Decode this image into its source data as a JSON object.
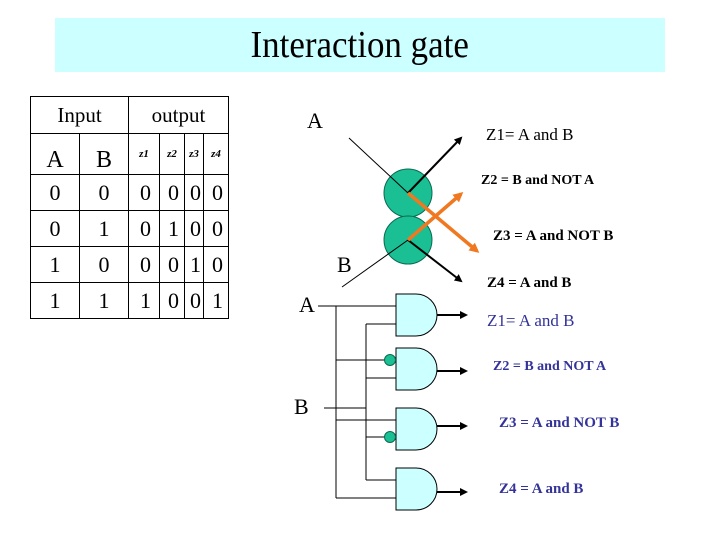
{
  "title": "Interaction gate",
  "truth_table": {
    "group_headers": [
      "Input",
      "output"
    ],
    "input_columns": [
      "A",
      "B"
    ],
    "output_columns": [
      "z1",
      "z2",
      "z3",
      "z4"
    ],
    "rows": [
      {
        "A": "0",
        "B": "0",
        "z": [
          "0",
          "0",
          "0",
          "0"
        ]
      },
      {
        "A": "0",
        "B": "1",
        "z": [
          "0",
          "1",
          "0",
          "0"
        ]
      },
      {
        "A": "1",
        "B": "0",
        "z": [
          "0",
          "0",
          "1",
          "0"
        ]
      },
      {
        "A": "1",
        "B": "1",
        "z": [
          "1",
          "0",
          "0",
          "1"
        ]
      }
    ]
  },
  "interaction_diagram": {
    "input_a_label": "A",
    "input_b_label": "B",
    "outputs": [
      "Z1= A and B",
      "Z2 = B and NOT A",
      "Z3 = A and NOT B",
      "Z4 = A and B"
    ],
    "colors": {
      "circle": "#1abf94",
      "cross_arrows": "#f07820"
    }
  },
  "gate_circuit": {
    "input_a_label": "A",
    "input_b_label": "B",
    "outputs": [
      "Z1= A and B",
      "Z2 = B and NOT A",
      "Z3 = A and NOT B",
      "Z4 = A and B"
    ],
    "colors": {
      "gate_fill": "#ccffff",
      "inverter_bubble": "#1abf94",
      "output_text": "#333399"
    }
  }
}
